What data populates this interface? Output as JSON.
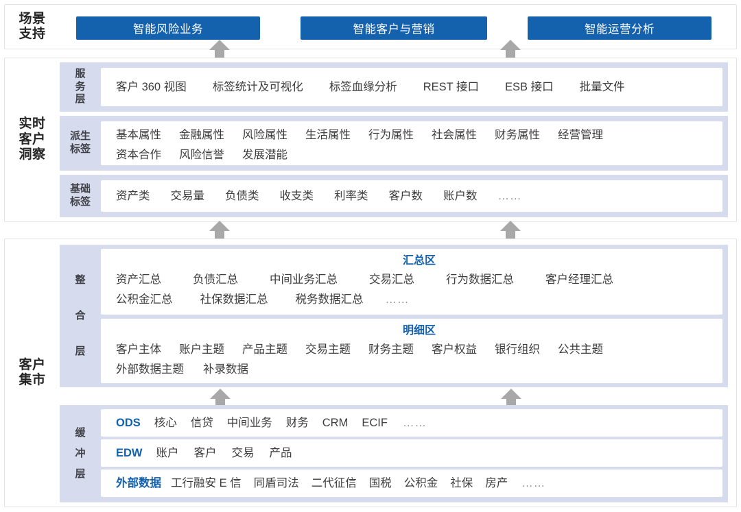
{
  "colors": {
    "accent_blue": "#1461ad",
    "panel_blue": "#d6dcee",
    "arrow_gray": "#a8a8a8",
    "frame_gray": "#e3e3e3",
    "text_dark": "#3d3d3d"
  },
  "sections": {
    "scenario": {
      "label": "场景\n支持",
      "label_line1": "场景",
      "label_line2": "支持",
      "buttons": [
        "智能风险业务",
        "智能客户与营销",
        "智能运营分析"
      ]
    },
    "insight": {
      "label_line1": "实时",
      "label_line2": "客户",
      "label_line3": "洞察",
      "groups": [
        {
          "side_label": [
            "服",
            "务",
            "层"
          ],
          "boxes": [
            {
              "zone_title": "",
              "lines": [
                [
                  "客户 360 视图",
                  "标签统计及可视化",
                  "标签血缘分析",
                  "REST 接口",
                  "ESB 接口",
                  "批量文件"
                ]
              ]
            }
          ]
        },
        {
          "side_label": [
            "派生",
            "标签"
          ],
          "boxes": [
            {
              "zone_title": "",
              "lines": [
                [
                  "基本属性",
                  "金融属性",
                  "风险属性",
                  "生活属性",
                  "行为属性",
                  "社会属性",
                  "财务属性",
                  "经营管理"
                ],
                [
                  "资本合作",
                  "风险信誉",
                  "发展潜能"
                ]
              ]
            }
          ]
        },
        {
          "side_label": [
            "基础",
            "标签"
          ],
          "boxes": [
            {
              "zone_title": "",
              "lines": [
                [
                  "资产类",
                  "交易量",
                  "负债类",
                  "收支类",
                  "利率类",
                  "客户数",
                  "账户数",
                  "……"
                ]
              ]
            }
          ]
        }
      ]
    },
    "mart": {
      "label_line1": "客户",
      "label_line2": "集市",
      "groups": [
        {
          "side_label": [
            "整",
            "合",
            "层"
          ],
          "boxes": [
            {
              "zone_title": "汇总区",
              "lines": [
                [
                  "资产汇总",
                  "负债汇总",
                  "中间业务汇总",
                  "交易汇总",
                  "行为数据汇总",
                  "客户经理汇总"
                ],
                [
                  "公积金汇总",
                  "社保数据汇总",
                  "税务数据汇总",
                  "……"
                ]
              ]
            },
            {
              "zone_title": "明细区",
              "lines": [
                [
                  "客户主体",
                  "账户主题",
                  "产品主题",
                  "交易主题",
                  "财务主题",
                  "客户权益",
                  "银行组织",
                  "公共主题"
                ],
                [
                  "外部数据主题",
                  "补录数据"
                ]
              ]
            }
          ]
        },
        {
          "side_label": [
            "缓",
            "冲",
            "层"
          ],
          "boxes": [
            {
              "zone_title": "",
              "lines": [
                [
                  "ODS",
                  "核心",
                  "信贷",
                  "中间业务",
                  "财务",
                  "CRM",
                  "ECIF",
                  "……"
                ]
              ],
              "accent_first": true
            },
            {
              "zone_title": "",
              "lines": [
                [
                  "EDW",
                  "账户",
                  "客户",
                  "交易",
                  "产品"
                ]
              ],
              "accent_first": true
            },
            {
              "zone_title": "",
              "lines": [
                [
                  "外部数据",
                  "工行融安 E 信",
                  "同盾司法",
                  "二代征信",
                  "国税",
                  "公积金",
                  "社保",
                  "房产",
                  "……"
                ]
              ],
              "accent_first": true
            }
          ]
        }
      ]
    }
  },
  "arrows": {
    "icon": "arrow-up-icon",
    "count": 6,
    "description": "gray upward flow arrows between layers"
  }
}
